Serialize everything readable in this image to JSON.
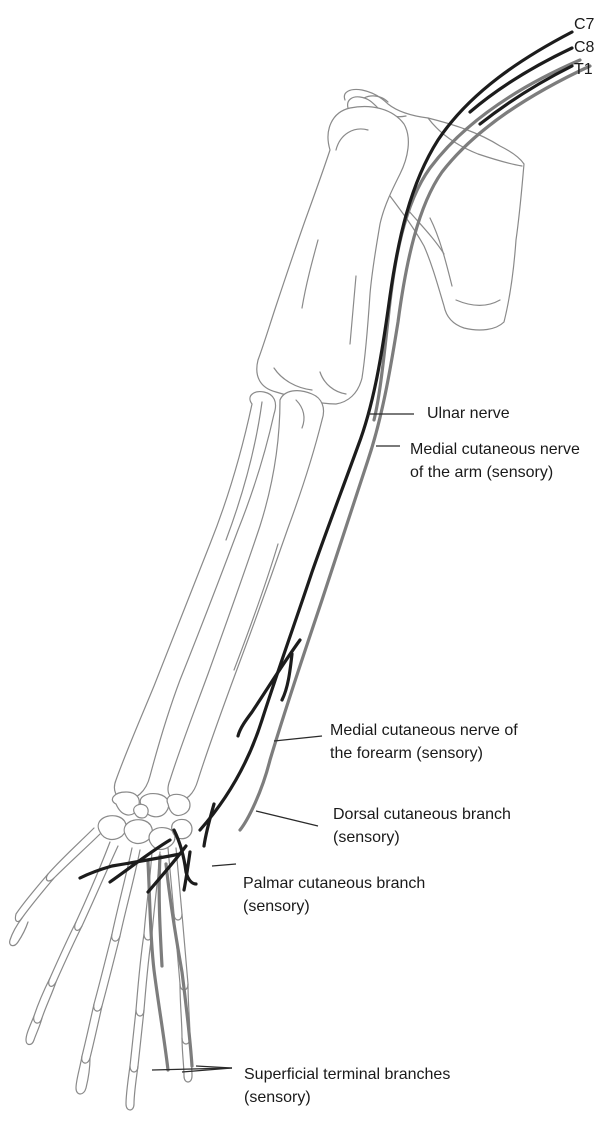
{
  "roots": {
    "c7": "C7",
    "c8": "C8",
    "t1": "T1"
  },
  "labels": {
    "ulnar_nerve": "Ulnar nerve",
    "medial_cutaneous_arm_line1": "Medial cutaneous nerve",
    "medial_cutaneous_arm_line2": "of the arm (sensory)",
    "medial_cutaneous_forearm_line1": "Medial cutaneous nerve of",
    "medial_cutaneous_forearm_line2": "the forearm (sensory)",
    "dorsal_cutaneous_line1": "Dorsal cutaneous branch",
    "dorsal_cutaneous_line2": "(sensory)",
    "palmar_cutaneous_line1": "Palmar cutaneous branch",
    "palmar_cutaneous_line2": "(sensory)",
    "superficial_terminal_line1": "Superficial terminal branches",
    "superficial_terminal_line2": "(sensory)"
  },
  "colors": {
    "bone_outline": "#8a8a8a",
    "motor_nerve": "#1c1c1c",
    "sensory_nerve": "#7d7d7d",
    "text": "#1a1a1a"
  }
}
